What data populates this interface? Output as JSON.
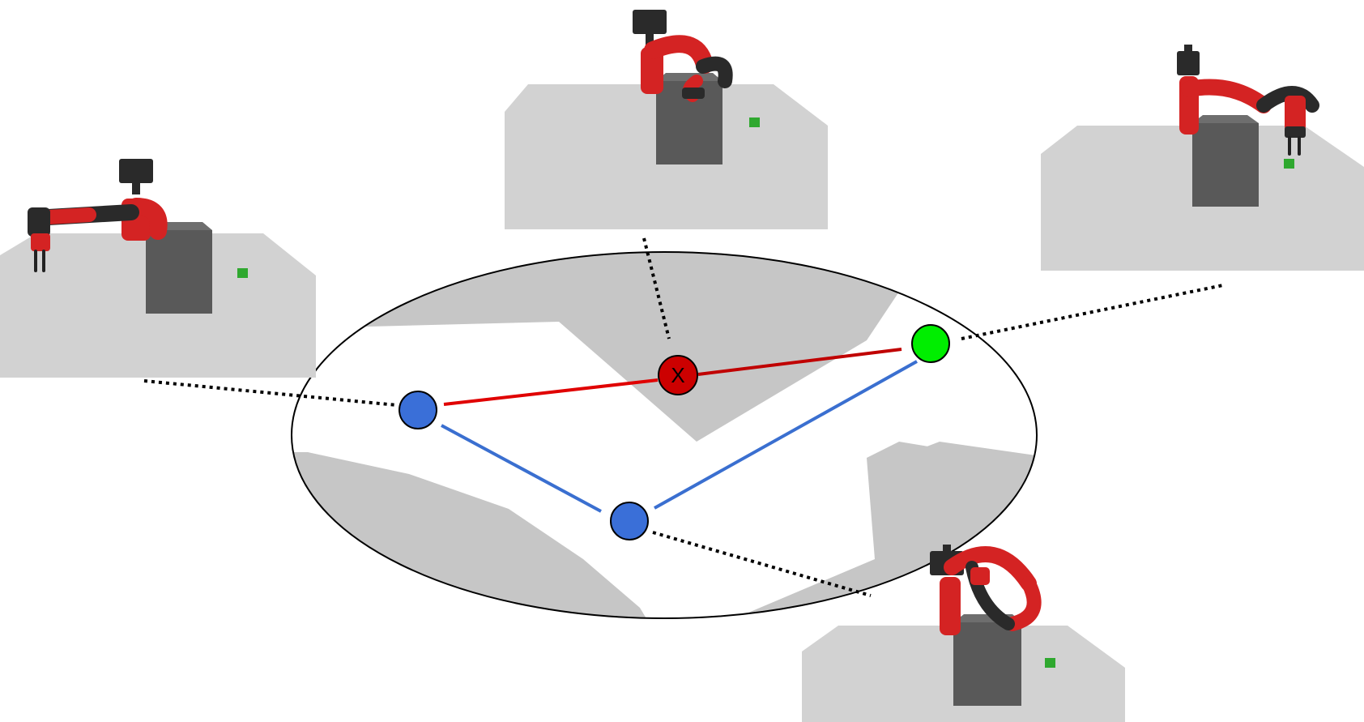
{
  "colors": {
    "background": "#ffffff",
    "configuration_space_fill": "#c6c6c6",
    "free_region": "#ffffff",
    "outline": "#000000",
    "collision_edge": "#e00000",
    "valid_edge": "#3a6fd0",
    "collision_node": "#cc0000",
    "valid_node": "#3a6fd8",
    "goal_node": "#00ee00",
    "connector": "#000000",
    "table_top": "#d2d2d2",
    "obstacle_box": "#5a5a5a",
    "target_cube": "#2fa82f",
    "robot_red": "#d42323",
    "robot_dark": "#2a2a2a"
  },
  "nodes": [
    {
      "id": "start",
      "state": "valid",
      "label": ""
    },
    {
      "id": "collision",
      "state": "in-collision",
      "label": "X"
    },
    {
      "id": "goal",
      "state": "goal",
      "label": ""
    },
    {
      "id": "waypoint",
      "state": "valid",
      "label": ""
    }
  ],
  "edges": [
    {
      "from": "start",
      "to": "collision",
      "state": "in-collision"
    },
    {
      "from": "collision",
      "to": "goal",
      "state": "in-collision"
    },
    {
      "from": "start",
      "to": "waypoint",
      "state": "valid"
    },
    {
      "from": "waypoint",
      "to": "goal",
      "state": "valid"
    }
  ],
  "scene_panels": [
    {
      "id": "left",
      "linked_node": "start"
    },
    {
      "id": "top",
      "linked_node": "collision"
    },
    {
      "id": "right",
      "linked_node": "goal"
    },
    {
      "id": "bottom",
      "linked_node": "waypoint"
    }
  ],
  "icons": [
    "robot-arm-icon",
    "obstacle-box-icon",
    "target-cube-icon"
  ]
}
